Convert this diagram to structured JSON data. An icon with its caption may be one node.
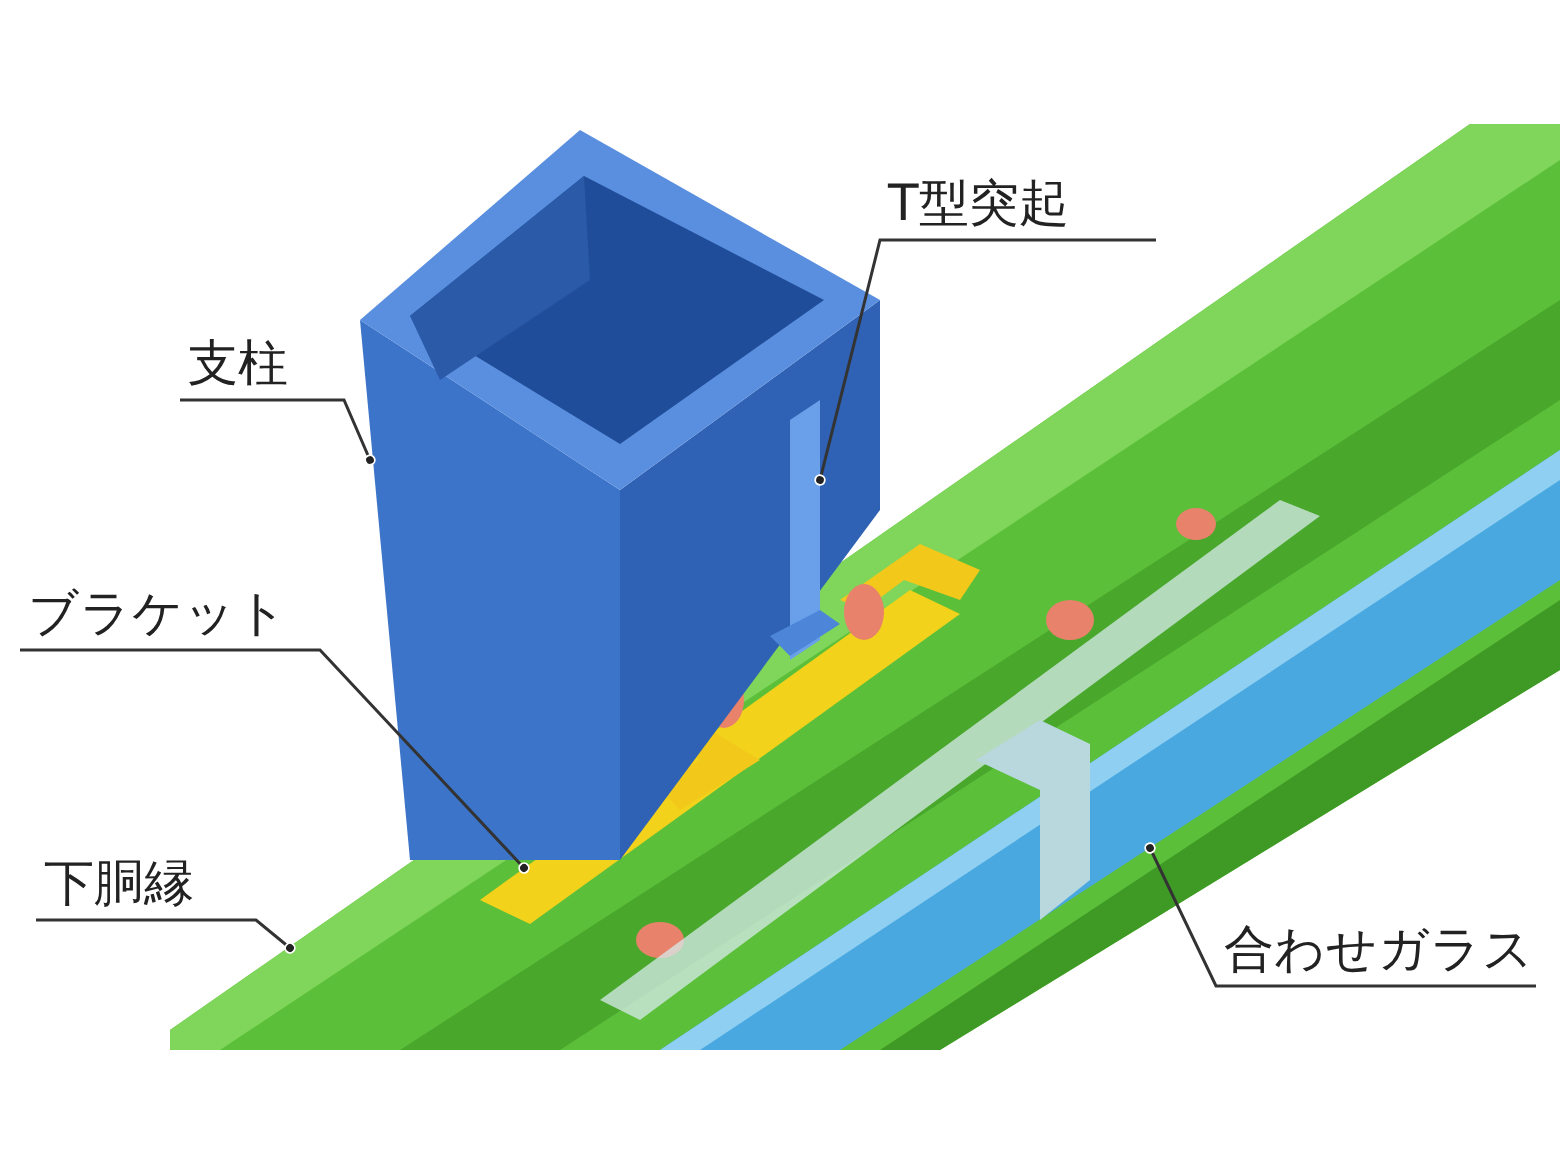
{
  "diagram": {
    "nodes": [
      {
        "text": [
          "支柱"
        ]
      },
      {
        "text": [],
        "shape": "picture"
      },
      {
        "text": [
          "T型突起"
        ]
      },
      {
        "text": [],
        "shape": "picture",
        "in": 1
      },
      {
        "text": [
          "ブラケット"
        ]
      },
      {
        "text": [],
        "shape": "picture",
        "in": 7
      },
      {
        "text": [
          "下胴縁"
        ]
      },
      {
        "text": [],
        "shape": "picture"
      },
      {
        "text": [
          "合わせガラス"
        ]
      },
      {
        "text": [],
        "shape": "picture",
        "in": 7
      }
    ],
    "edges": [
      {
        "from": 0,
        "to": 1,
        "arrow": "other"
      },
      {
        "from": 2,
        "to": 3,
        "arrow": "other"
      },
      {
        "from": 4,
        "to": 5,
        "arrow": "other"
      },
      {
        "from": 6,
        "to": 7,
        "arrow": "other"
      },
      {
        "from": 8,
        "to": 9,
        "arrow": "other"
      }
    ]
  }
}
